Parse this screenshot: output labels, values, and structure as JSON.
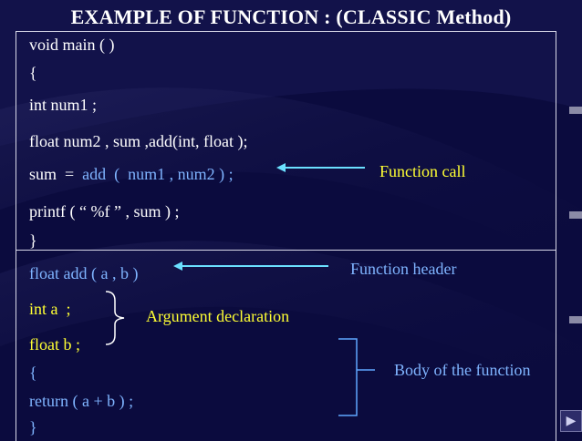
{
  "title": "EXAMPLE OF FUNCTION : (CLASSIC Method)",
  "main_code": [
    "void main ( )",
    "{",
    "int num1 ;",
    "float num2 , sum ,add(int, float );",
    "sum  =  ",
    "printf ( “ %f ” , sum ) ;",
    "}"
  ],
  "call_highlight": "add  (  num1 , num2 ) ;",
  "function_code": [
    "float add ( a , b )",
    "int a  ;",
    "float b ;",
    "{",
    "return ( a + b ) ;",
    "}"
  ],
  "annotations": {
    "function_call": "Function call",
    "function_header": "Function header",
    "argument_declaration": "Argument declaration",
    "body_of_function": "Body of the function"
  },
  "colors": {
    "background": "#0b0b3e",
    "code_text": "#ffffff",
    "highlight_blue": "#7fb4ff",
    "label_yellow": "#ffff33",
    "arrow_cyan": "#6be0ff"
  },
  "icons": {
    "next_slide": "triangle-right-icon"
  }
}
